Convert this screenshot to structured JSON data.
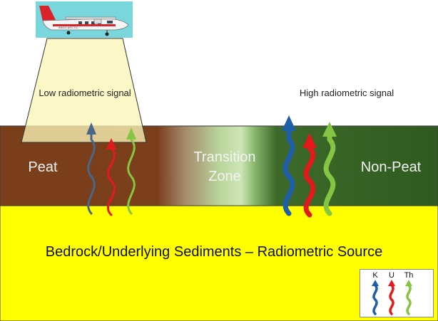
{
  "labels": {
    "low_signal": "Low radiometric signal",
    "high_signal": "High radiometric signal",
    "peat": "Peat",
    "transition": "Transition Zone",
    "non_peat": "Non-Peat",
    "bedrock": "Bedrock/Underlying Sediments – Radiometric Source"
  },
  "legend": {
    "items": [
      {
        "key": "K",
        "color": "#1f5ea8"
      },
      {
        "key": "U",
        "color": "#e31a1c"
      },
      {
        "key": "Th",
        "color": "#86c543"
      }
    ]
  },
  "colors": {
    "bedrock": "#ffff00",
    "peat": "#7a3e1a",
    "non_peat": "#2f5a1f",
    "transition_light": "#c9e4b0",
    "sensor_beam": "#fbf5b7",
    "aircraft_box": "#7ad6dd",
    "aircraft_tail": "#d9232a"
  },
  "aircraft": {
    "fuselage_text": "ANGO ARCTIC"
  }
}
